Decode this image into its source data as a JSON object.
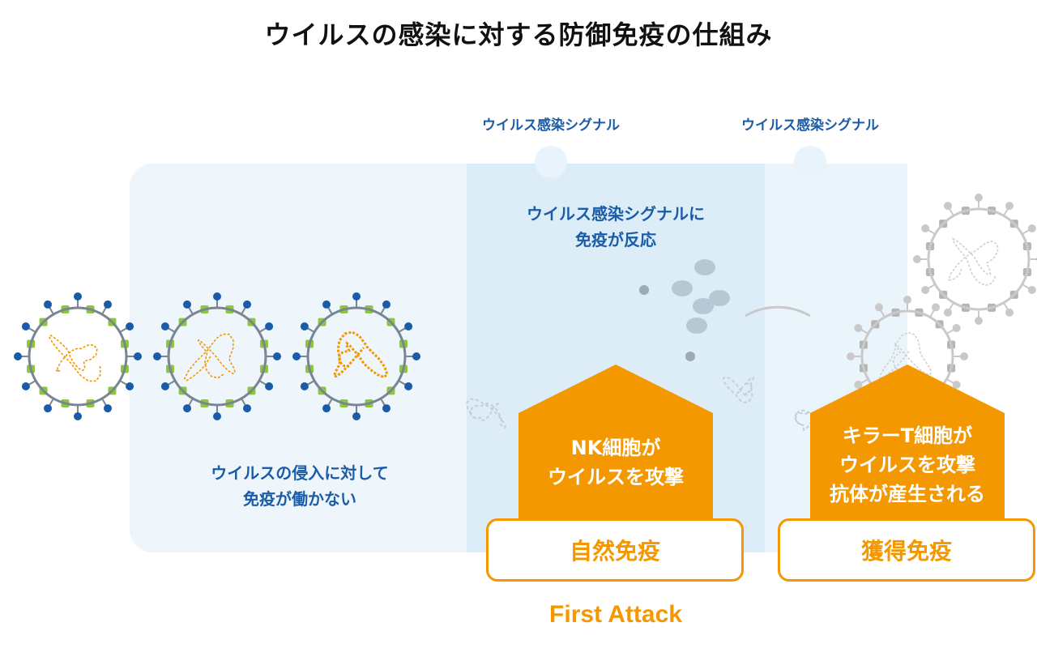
{
  "title": "ウイルスの感染に対する防御免疫の仕組み",
  "signal_labels": [
    "ウイルス感染シグナル",
    "ウイルス感染シグナル"
  ],
  "phases": {
    "no_response": {
      "line1": "ウイルスの侵入に対して",
      "line2": "免疫が働かない"
    },
    "signal_response": {
      "line1": "ウイルス感染シグナルに",
      "line2": "免疫が反応"
    }
  },
  "innate": {
    "house_line1": "NK細胞が",
    "house_line2": "ウイルスを攻撃",
    "box_label": "自然免疫",
    "caption": "First Attack"
  },
  "acquired": {
    "house_line1": "キラーT細胞が",
    "house_line2": "ウイルスを攻撃",
    "house_line3": "抗体が産生される",
    "box_label": "獲得免疫"
  },
  "colors": {
    "panel_light": "#eef6fc",
    "panel_mid": "#dcedf8",
    "accent_orange": "#f39800",
    "text_blue": "#1a5ca8",
    "virus_green": "#8cc63f",
    "virus_blue": "#1a5ca8",
    "virus_gray": "#c9c9c9"
  },
  "icons": [
    "virus-icon",
    "nk-cell-house-icon",
    "t-cell-house-icon"
  ]
}
